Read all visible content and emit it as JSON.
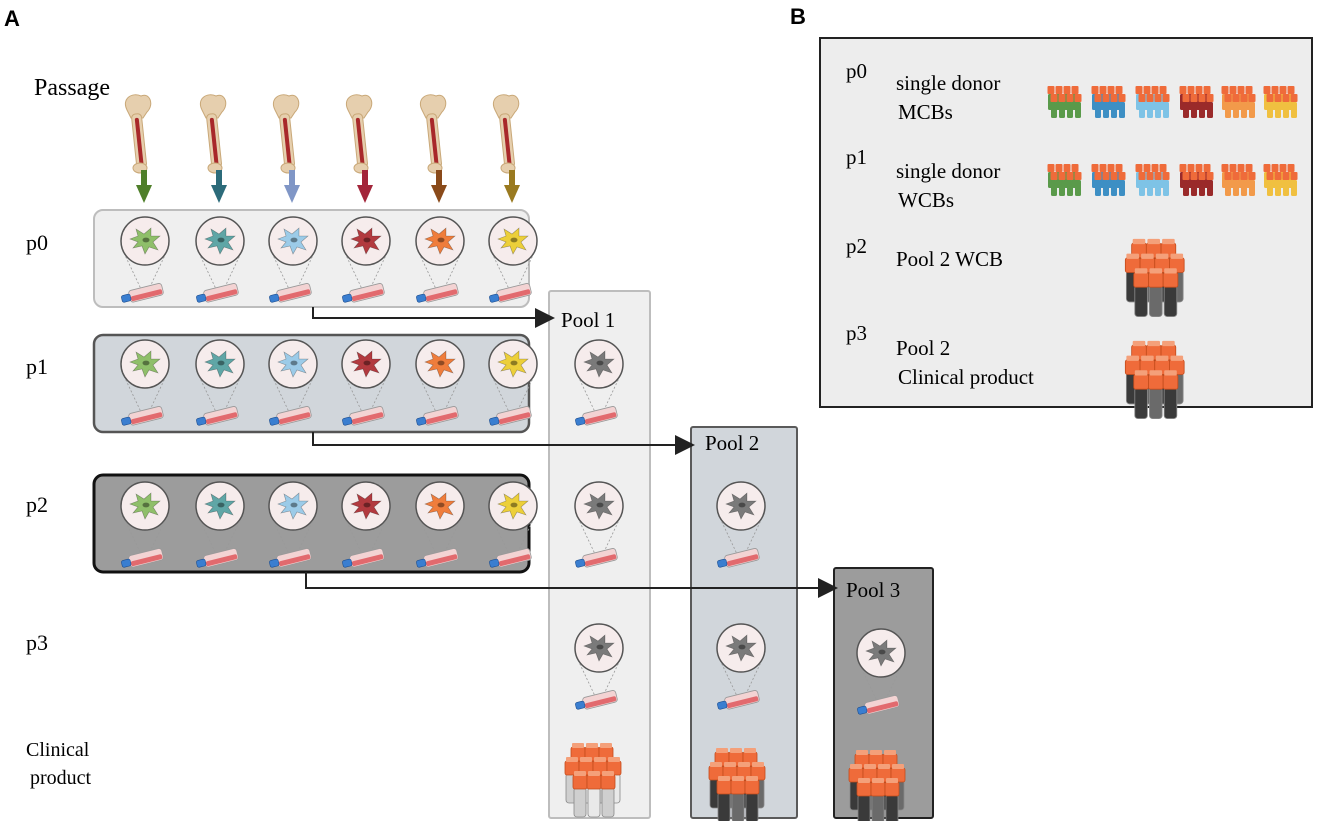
{
  "panel_a": {
    "letter": "A",
    "passage_label": "Passage",
    "rows": [
      {
        "label": "p0"
      },
      {
        "label": "p1"
      },
      {
        "label": "p2"
      },
      {
        "label": "p3"
      }
    ],
    "clinical_label_line1": "Clinical",
    "clinical_label_line2": "product",
    "donors": [
      {
        "cell_color": "#8fbf6a",
        "arrow_color": "#4f7f2a"
      },
      {
        "cell_color": "#5fa6a6",
        "arrow_color": "#2c6b7a"
      },
      {
        "cell_color": "#9ccbe8",
        "arrow_color": "#8096c6"
      },
      {
        "cell_color": "#b23a3f",
        "arrow_color": "#a3253a"
      },
      {
        "cell_color": "#ef7d3c",
        "arrow_color": "#8a4a1a"
      },
      {
        "cell_color": "#eccf3a",
        "arrow_color": "#9a7a20"
      }
    ],
    "pools": [
      {
        "label": "Pool 1"
      },
      {
        "label": "Pool 2"
      },
      {
        "label": "Pool 3"
      }
    ],
    "pool_cell_color": "#7a7a7a",
    "box_fills": {
      "p0": "#efefef",
      "p1": "#d1d6db",
      "p2": "#9c9c9c",
      "pool1": "#efefef",
      "pool2": "#d1d6db",
      "pool3": "#9c9c9c"
    }
  },
  "panel_b": {
    "letter": "B",
    "items": [
      {
        "passage": "p0",
        "line1": "single donor",
        "line2": "MCBs"
      },
      {
        "passage": "p1",
        "line1": "single donor",
        "line2": "WCBs"
      },
      {
        "passage": "p2",
        "line1": "Pool 2 WCB",
        "line2": ""
      },
      {
        "passage": "p3",
        "line1": "Pool 2",
        "line2": "Clinical product"
      }
    ],
    "vial_colors": [
      "#5a9a4a",
      "#3d8fc4",
      "#7ec3e6",
      "#9a2a2a",
      "#f29a4a",
      "#f0c040"
    ],
    "vial_cap_color": "#ef6b3a"
  }
}
